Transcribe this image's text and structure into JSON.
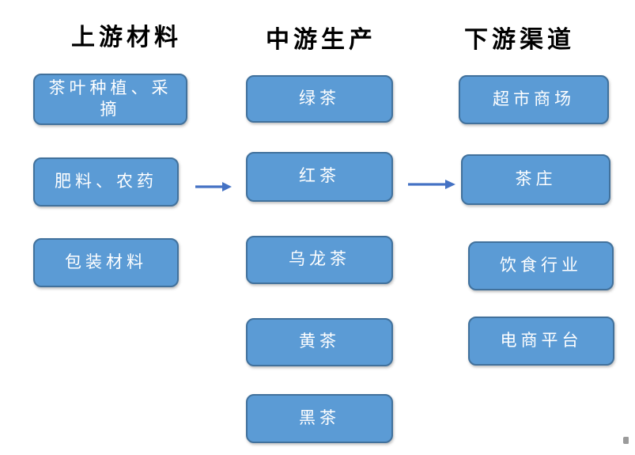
{
  "diagram": {
    "type": "industry-chain-flow",
    "columns": [
      {
        "id": "upstream",
        "title": "上游材料",
        "boxes": [
          {
            "label": "茶叶种植、采\n摘"
          },
          {
            "label": "肥料、农药"
          },
          {
            "label": "包装材料"
          }
        ]
      },
      {
        "id": "midstream",
        "title": "中游生产",
        "boxes": [
          {
            "label": "绿茶"
          },
          {
            "label": "红茶"
          },
          {
            "label": "乌龙茶"
          },
          {
            "label": "黄茶"
          },
          {
            "label": "黑茶"
          }
        ]
      },
      {
        "id": "downstream",
        "title": "下游渠道",
        "boxes": [
          {
            "label": "超市商场"
          },
          {
            "label": "茶庄"
          },
          {
            "label": "饮食行业"
          },
          {
            "label": "电商平台"
          }
        ]
      }
    ],
    "arrows": [
      {
        "from": "upstream",
        "to": "midstream",
        "direction": "right"
      },
      {
        "from": "midstream",
        "to": "downstream",
        "direction": "right"
      }
    ],
    "colors": {
      "box_fill": "#5B9BD5",
      "box_border": "#41719C",
      "box_text": "#FFFFFF",
      "title_text": "#000000",
      "arrow": "#4472C4"
    }
  }
}
